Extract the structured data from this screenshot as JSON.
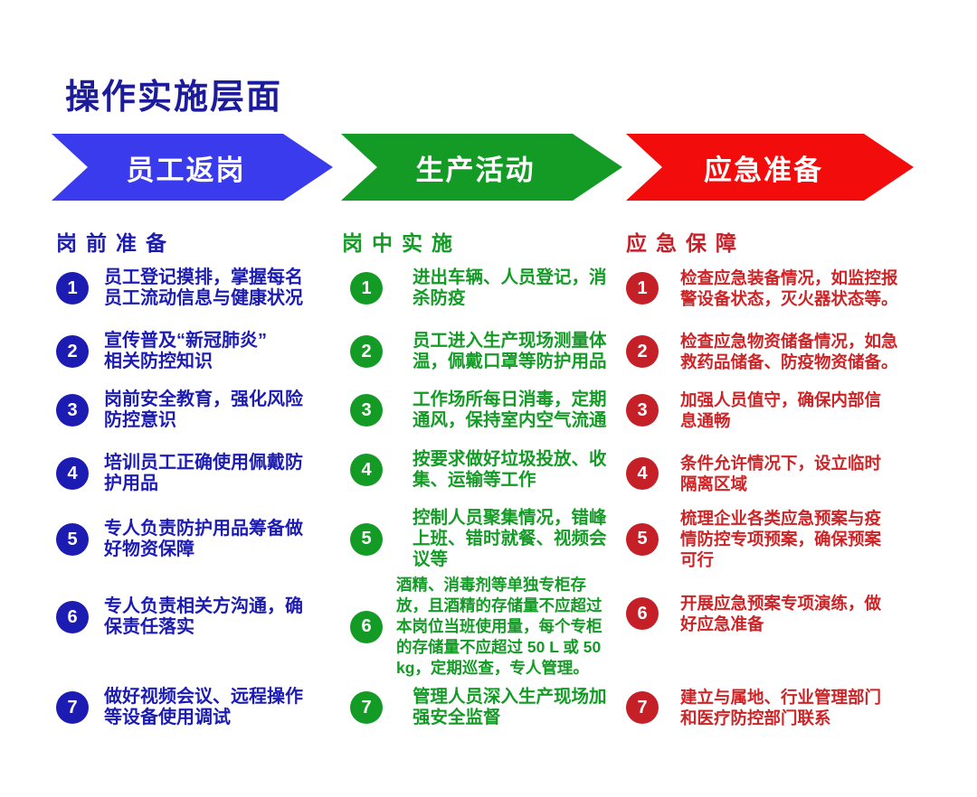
{
  "title": "操作实施层面",
  "colors": {
    "title": "#1b1b9c",
    "background": "#ffffff",
    "arrow_text": "#ffffff"
  },
  "columns": [
    {
      "id": "employee-return",
      "arrow_label": "员工返岗",
      "header": "岗前准备",
      "accent": "#3b3bee",
      "dark": "#1c1cb2",
      "items": [
        {
          "num": "1",
          "text": "员工登记摸排，掌握每名\n员工流动信息与健康状况"
        },
        {
          "num": "2",
          "text": "宣传普及“新冠肺炎”\n相关防控知识"
        },
        {
          "num": "3",
          "text": "岗前安全教育，强化风险\n防控意识"
        },
        {
          "num": "4",
          "text": "培训员工正确使用佩戴防\n护用品"
        },
        {
          "num": "5",
          "text": "专人负责防护用品筹备做\n好物资保障"
        },
        {
          "num": "6",
          "text": "专人负责相关方沟通，确\n保责任落实"
        },
        {
          "num": "7",
          "text": "做好视频会议、远程操作\n等设备使用调试"
        }
      ]
    },
    {
      "id": "production-activity",
      "arrow_label": "生产活动",
      "header": "岗中实施",
      "accent": "#149b26",
      "dark": "#149b26",
      "items": [
        {
          "num": "1",
          "text": "进出车辆、人员登记，消\n杀防疫"
        },
        {
          "num": "2",
          "text": "员工进入生产现场测量体\n温，佩戴口罩等防护用品"
        },
        {
          "num": "3",
          "text": "工作场所每日消毒，定期\n通风，保持室内空气流通"
        },
        {
          "num": "4",
          "text": "按要求做好垃圾投放、收\n集、运输等工作"
        },
        {
          "num": "5",
          "text": "控制人员聚集情况，错峰\n上班、错时就餐、视频会\n议等"
        },
        {
          "num": "6",
          "text": "酒精、消毒剂等单独专柜存\n放，且酒精的存储量不应超过\n本岗位当班使用量，每个专柜\n的存储量不应超过 50 L 或 50\nkg，定期巡查，专人管理。"
        },
        {
          "num": "7",
          "text": "管理人员深入生产现场加\n强安全监督"
        }
      ]
    },
    {
      "id": "emergency-preparedness",
      "arrow_label": "应急准备",
      "header": "应急保障",
      "accent": "#f20c0c",
      "dark": "#c52028",
      "text_color": "#cc2427",
      "items": [
        {
          "num": "1",
          "text": "检查应急装备情况，如监控报\n警设备状态，灭火器状态等。"
        },
        {
          "num": "2",
          "text": "检查应急物资储备情况，如急\n救药品储备、防疫物资储备。"
        },
        {
          "num": "3",
          "text": "加强人员值守，确保内部信\n息通畅"
        },
        {
          "num": "4",
          "text": "条件允许情况下，设立临时\n隔离区域"
        },
        {
          "num": "5",
          "text": "梳理企业各类应急预案与疫\n情防控专项预案，确保预案\n可行"
        },
        {
          "num": "6",
          "text": "开展应急预案专项演练，做\n好应急准备"
        },
        {
          "num": "7",
          "text": "建立与属地、行业管理部门\n和医疗防控部门联系"
        }
      ]
    }
  ]
}
